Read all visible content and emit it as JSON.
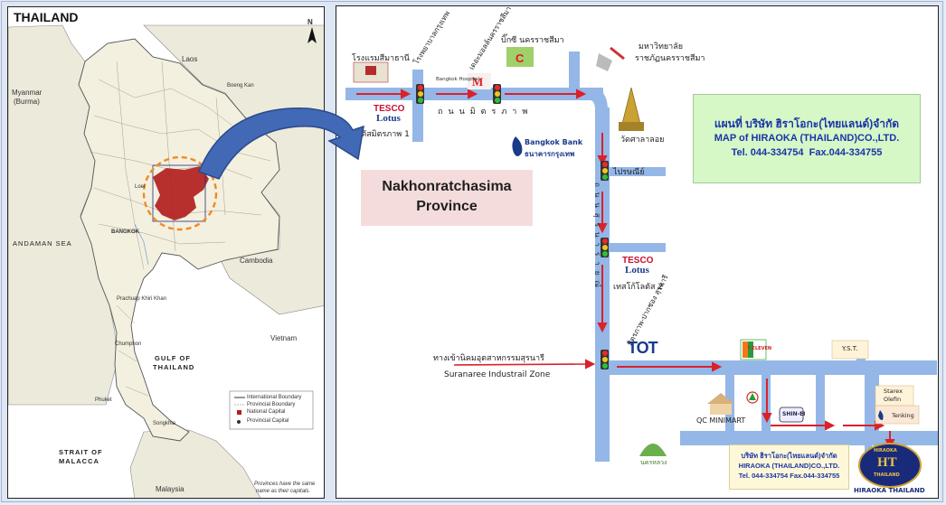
{
  "left_map": {
    "title": "THAILAND",
    "labels": {
      "myanmar": "Myanmar",
      "burma": "(Burma)",
      "laos": "Laos",
      "boeng_kan": "Boeng Kan",
      "andaman": "ANDAMAN SEA",
      "cambodia": "Cambodia",
      "gulf1": "GULF OF",
      "gulf2": "THAILAND",
      "vietnam": "Vietnam",
      "strait1": "STRAIT OF",
      "strait2": "MALACCA",
      "malaysia": "Malaysia",
      "bangkok": "BANGKOK",
      "phuket": "Phuket",
      "prachuap": "Prachuap Khiri Khan",
      "chumphon": "Chumphon",
      "songkhla": "Songkhla",
      "loei": "Loei"
    },
    "legend": [
      "International Boundary",
      "Provincial Boundary",
      "National Capital",
      "Provincial Capital"
    ],
    "footnote1": "Provinces have the same",
    "footnote2": "name as their capitals.",
    "north": "N"
  },
  "callout": {
    "line1": "Nakhonratchasima",
    "line2": "Province"
  },
  "route_map": {
    "info": {
      "thai_name": "แผนที่ บริษัท ฮิราโอกะ(ไทยแลนด์)จำกัด",
      "eng_name": "MAP of HIRAOKA (THAILAND)CO.,LTD.",
      "tel": "Tel. 044-334754",
      "fax": "Fax.044-334755"
    },
    "labels": {
      "sima_thani": "โรงแรมสีมาธานี",
      "hospital_1": "โรงพยาบาลกรุงเทพ",
      "hospital_2": "Bangkok Hospital",
      "lottery": "เดอะมอลล์นครราชสีมา",
      "bigc": "บิ๊กซี นครราชสีมา",
      "university_1": "มหาวิทยาลัย",
      "university_2": "ราชภัฏนครราชสีมา",
      "tesco_1_top": "TESCO",
      "tesco_1_bot": "Lotus",
      "tesco_1_th": "โลตัสมิตรภาพ 1",
      "mittraphap_rd": "ถนนมิตรภาพ",
      "temple": "วัดศาลาลอย",
      "bangkok_bank_en": "Bangkok Bank",
      "bangkok_bank_th": "ธนาคารกรุงเทพ",
      "post_office": "ไปรษณีย์",
      "tesco_2_top": "TESCO",
      "tesco_2_bot": "Lotus",
      "tesco_2_th": "เทสโก้โลตัส 2",
      "road_vertical": "ถนนสุรนารายณ์",
      "diagonal_road": "มิตรภาพ-ปากช่อง สุรนารี",
      "suranaree_th": "ทางเข้านิคมอุตสาหกรรมสุรนารี",
      "suranaree_en": "Suranaree Industrail Zone",
      "tot": "TOT",
      "seven_eleven": "7-ELEVEN",
      "yst": "Y.S.T.",
      "qc_minimart": "QC MINIMART",
      "shin_ei": "SHIN-EI",
      "starex_1": "Starex",
      "starex_2": "Olefin",
      "tenking": "Tenking",
      "nakhon_bottom": "นครหลวง",
      "hiraoka_top": "HIRAOKA",
      "hiraoka_mark": "HT",
      "hiraoka_sub": "THAILAND",
      "hiraoka_caption": "HIRAOKA THAILAND"
    },
    "address_box": {
      "line1": "บริษัท ฮิราโอกะ(ไทยแลนด์)จำกัด",
      "line2": "HIRAOKA (THAILAND)CO.,LTD.",
      "line3": "Tel. 044-334754  Fax.044-334755"
    }
  },
  "colors": {
    "road": "#94b7e8",
    "route_arrow": "#d9222a",
    "province_fill": "#b2201e",
    "callout_bg": "#f5dcdc",
    "info_bg": "#d6f7c6",
    "info_text": "#1a35a8",
    "sea": "#ffffff",
    "land": "#e8e6d3"
  }
}
